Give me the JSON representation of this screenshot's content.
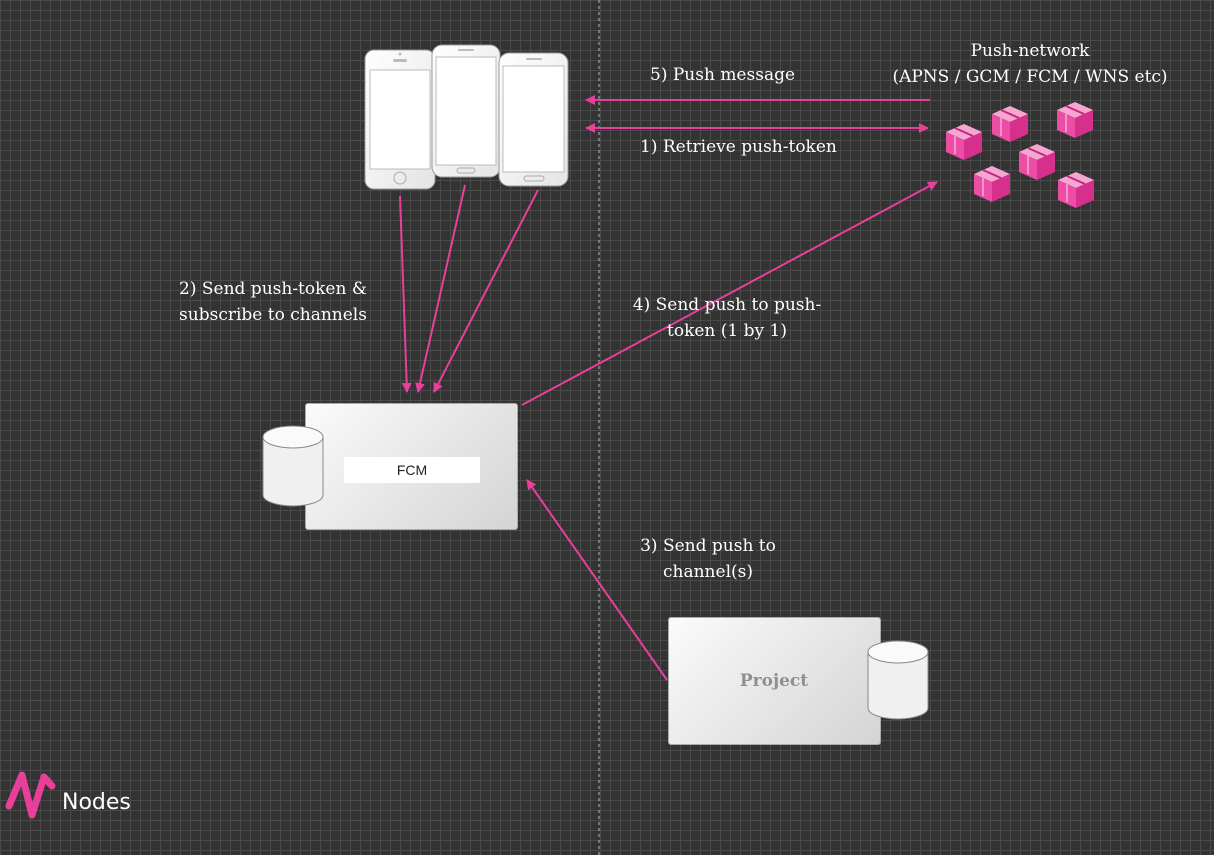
{
  "labels": {
    "step5": "5) Push message",
    "step1": "1) Retrieve push-token",
    "step2_line1": "2) Send push-token &",
    "step2_line2": "subscribe to channels",
    "step4_line1": "4) Send push to push-",
    "step4_line2": "token (1 by 1)",
    "step3_line1": "3) Send push to",
    "step3_line2": "channel(s)",
    "push_network_line1": "Push-network",
    "push_network_line2": "(APNS / GCM / FCM / WNS etc)"
  },
  "nodes": {
    "fcm": "FCM",
    "project": "Project"
  },
  "brand": {
    "name": "Nodes"
  },
  "colors": {
    "accent": "#e8409a",
    "background": "#333333",
    "grid": "#4a4a4a",
    "text": "#ffffff"
  },
  "icons": [
    "phone-icon",
    "package-icon",
    "database-icon",
    "nodes-logo-icon"
  ]
}
